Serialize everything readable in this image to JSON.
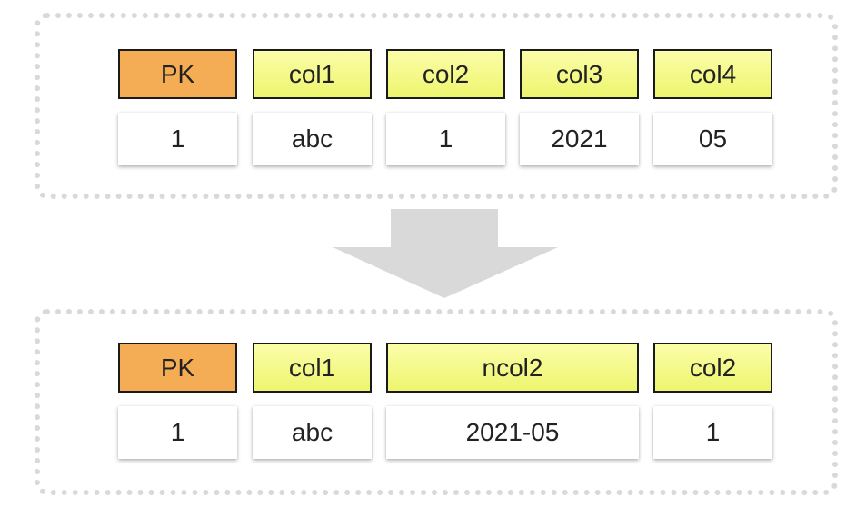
{
  "before": {
    "headers": [
      "PK",
      "col1",
      "col2",
      "col3",
      "col4"
    ],
    "values": [
      "1",
      "abc",
      "1",
      "2021",
      "05"
    ]
  },
  "after": {
    "headers": [
      "PK",
      "col1",
      "ncol2",
      "col2"
    ],
    "values": [
      "1",
      "abc",
      "2021-05",
      "1"
    ]
  },
  "colors": {
    "pk_header": "#f4ad55",
    "col_header": "#eef56e",
    "border_dotted": "#d9d9d9",
    "arrow": "#d9d9d9"
  },
  "icons": {
    "transform_arrow": "down-arrow-icon"
  }
}
